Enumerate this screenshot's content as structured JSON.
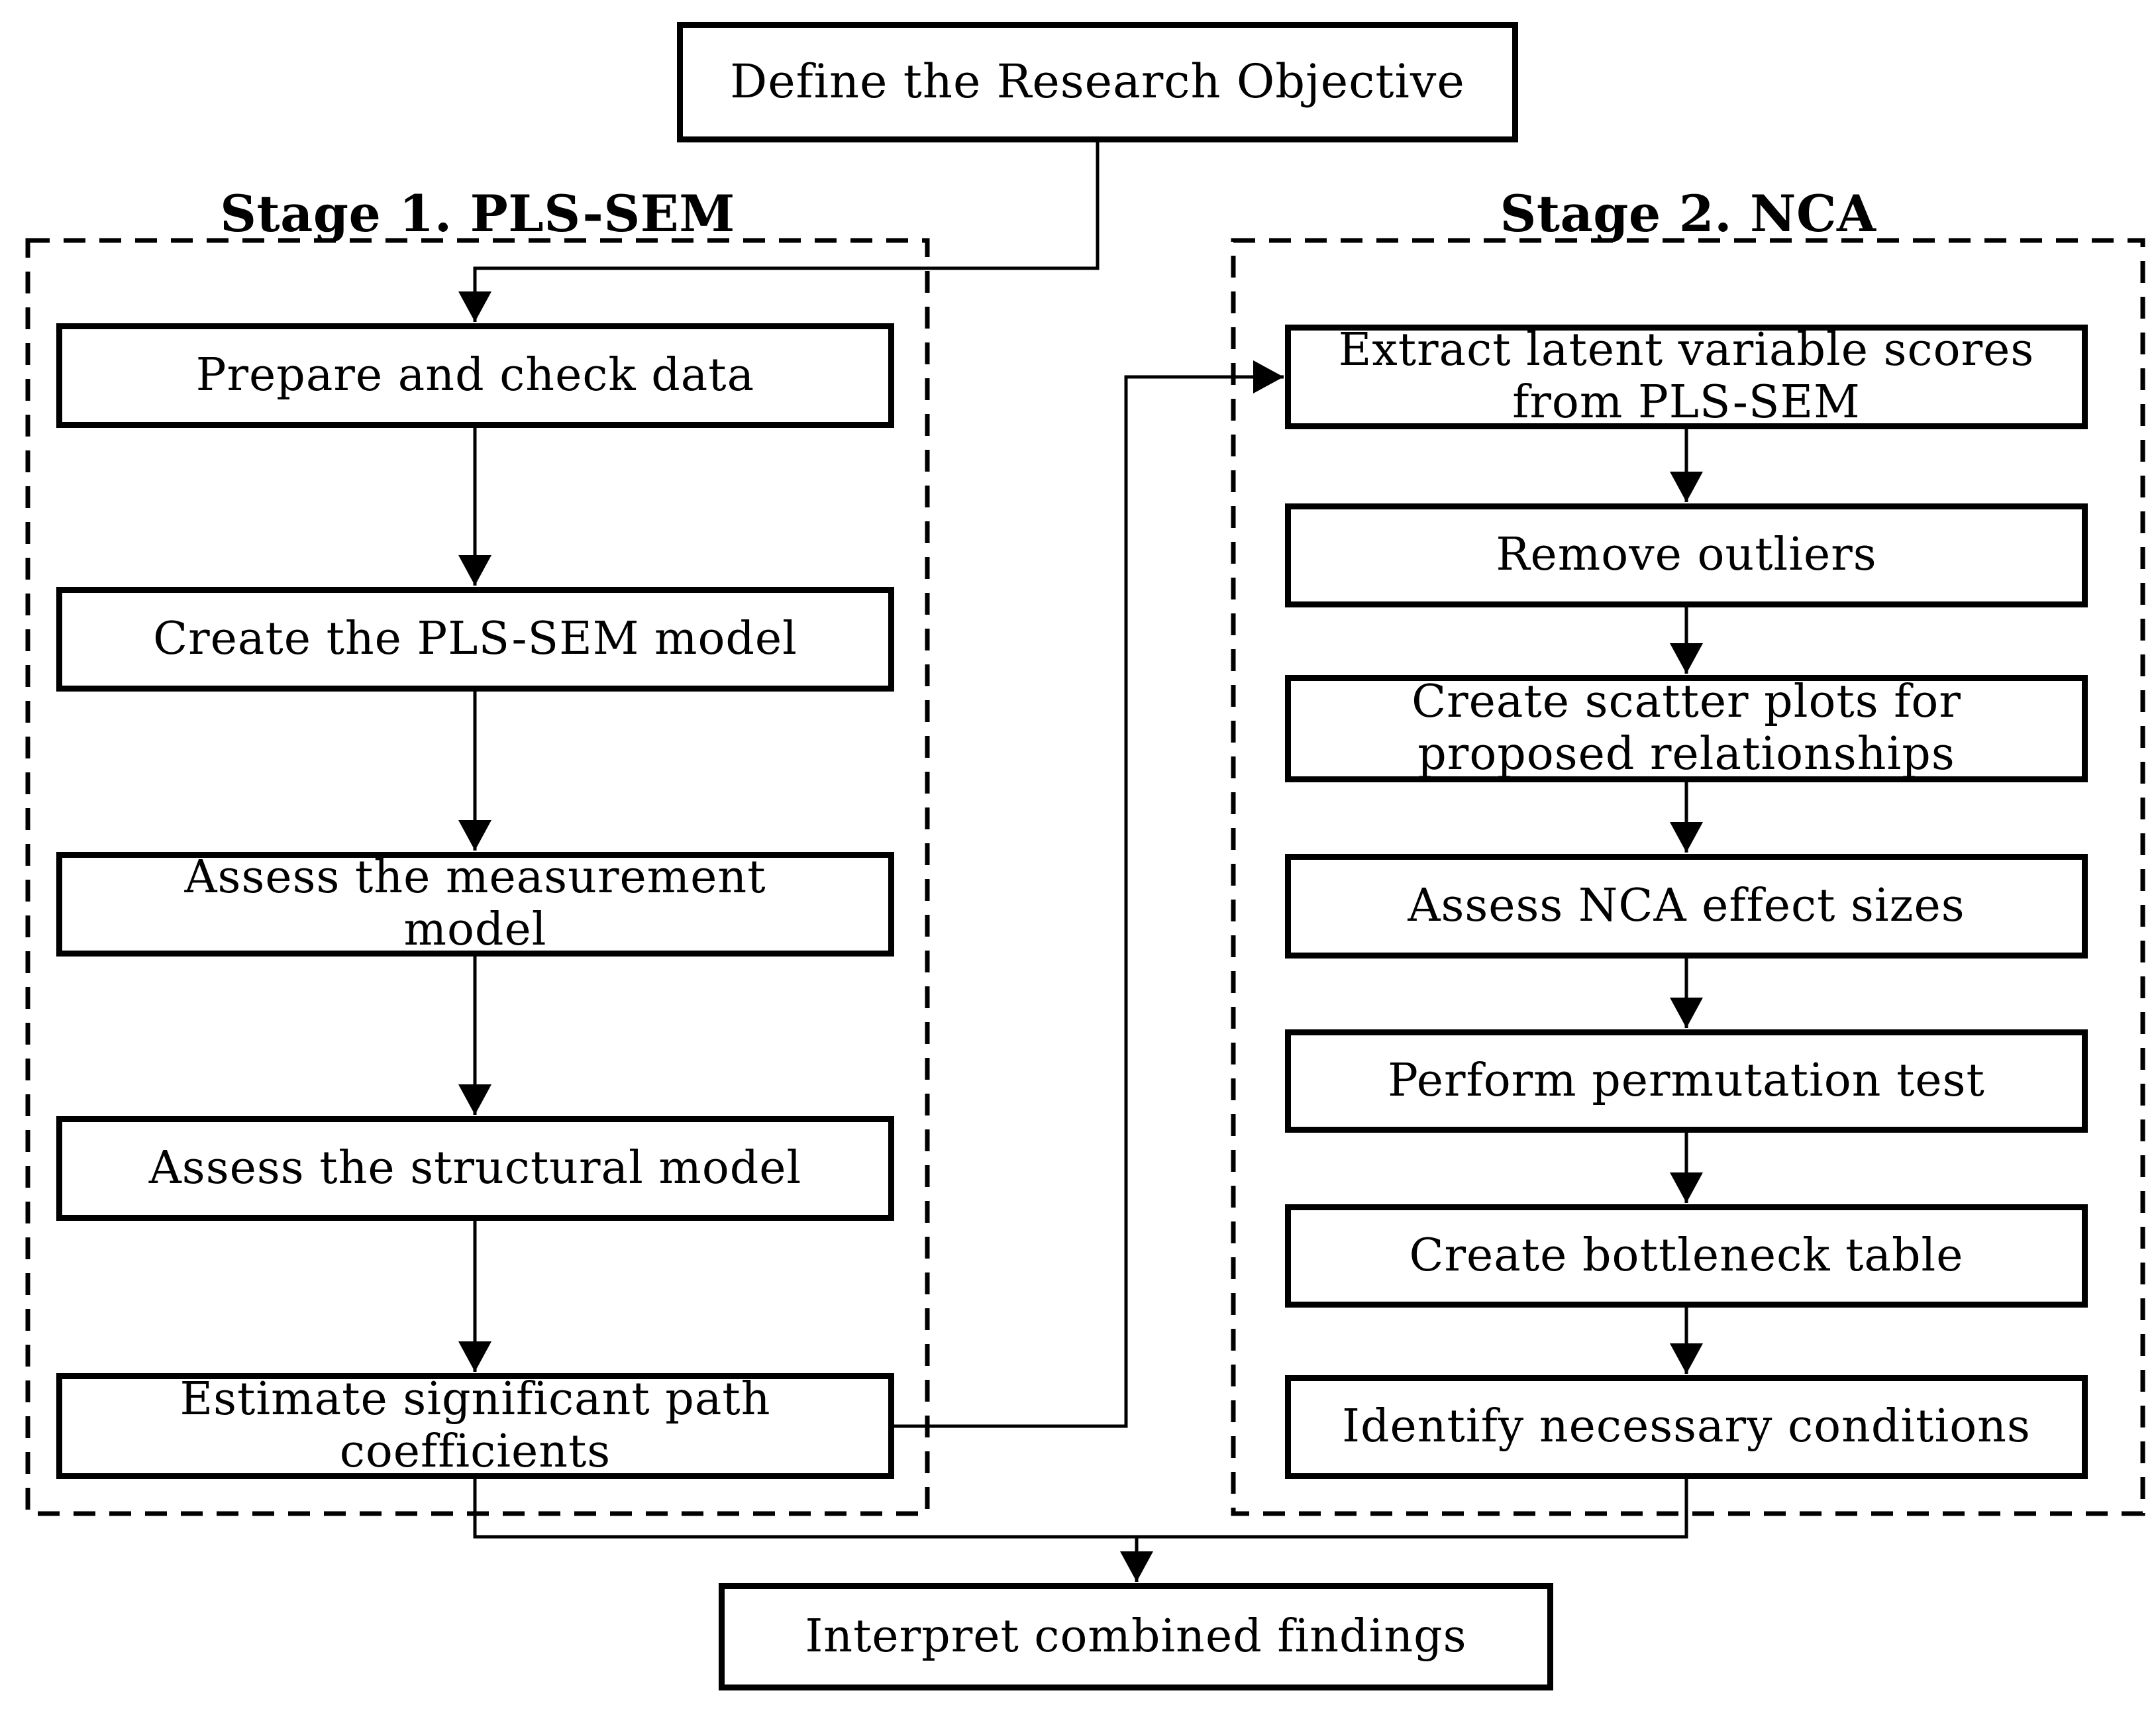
{
  "root_node": {
    "label": "Define the Research Objective"
  },
  "stage1": {
    "title": "Stage 1. PLS-SEM",
    "steps": [
      {
        "label": "Prepare and check data"
      },
      {
        "label": "Create the PLS-SEM model"
      },
      {
        "label": "Assess the measurement\nmodel"
      },
      {
        "label": "Assess the structural model"
      },
      {
        "label": "Estimate significant path\ncoefficients"
      }
    ]
  },
  "stage2": {
    "title": "Stage 2. NCA",
    "steps": [
      {
        "label": "Extract latent variable scores\nfrom PLS-SEM"
      },
      {
        "label": "Remove outliers"
      },
      {
        "label": "Create scatter plots for\nproposed relationships"
      },
      {
        "label": "Assess NCA effect sizes"
      },
      {
        "label": "Perform permutation test"
      },
      {
        "label": "Create bottleneck table"
      },
      {
        "label": "Identify necessary conditions"
      }
    ]
  },
  "final_node": {
    "label": "Interpret combined findings"
  },
  "colors": {
    "line": "#000000",
    "text": "#000000",
    "background": "#ffffff",
    "box_fill": "#ffffff"
  }
}
